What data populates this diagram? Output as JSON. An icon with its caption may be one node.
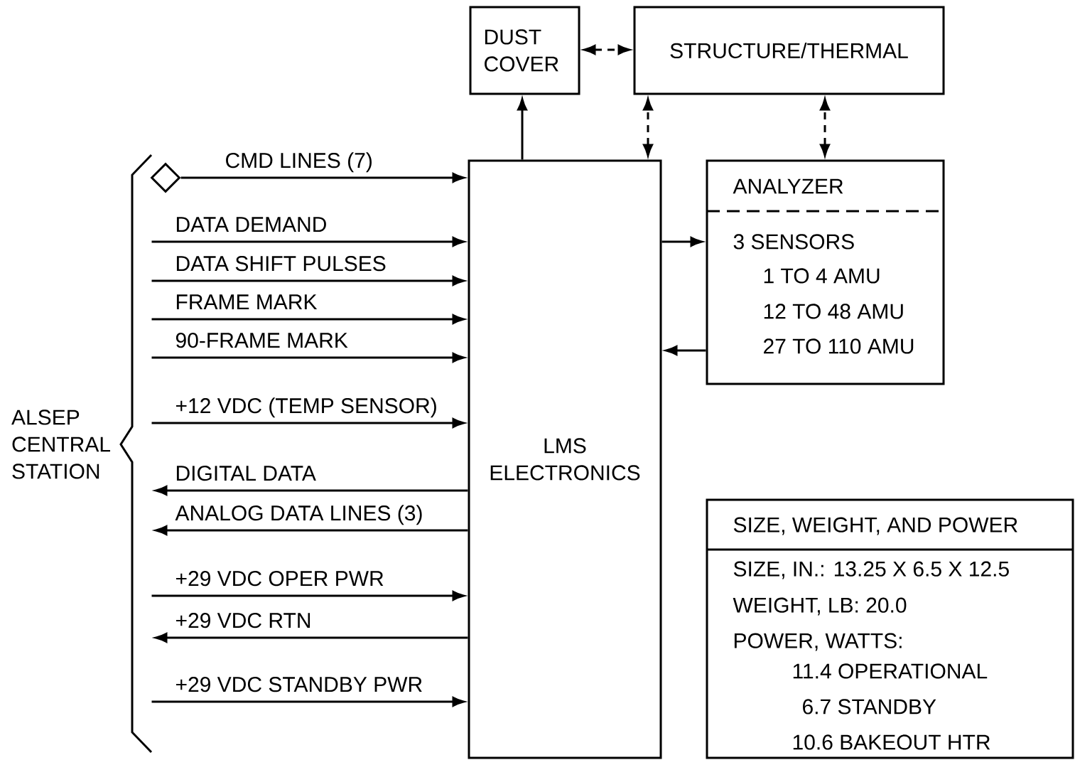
{
  "diagram": {
    "nodes": [
      {
        "text": [
          "DUST COVER"
        ]
      },
      {
        "text": [
          "STRUCTURE/THERMAL"
        ]
      },
      {
        "text": [
          "LMS ELECTRONICS"
        ]
      },
      {
        "text": [
          "ANALYZER",
          "3 SENSORS",
          "1 TO 4 AMU",
          "12 TO 48 AMU",
          "27 TO 110 AMU"
        ]
      },
      {
        "text": [
          "SIZE, WEIGHT, AND POWER",
          "SIZE, IN.: 13.25 X 6.5 X 12.5",
          "WEIGHT, LB: 20.0",
          "POWER, WATTS:",
          "11.4 OPERATIONAL",
          "6.7 STANDBY",
          "10.6 BAKEOUT HTR"
        ]
      },
      {
        "text": [
          "ALSEP CENTRAL STATION"
        ]
      },
      {
        "text": [],
        "shape": "diamond"
      }
    ],
    "edges": [
      {
        "from": 2,
        "to": 0,
        "arrow": "to"
      },
      {
        "from": 0,
        "to": 1,
        "arrow": "both",
        "style": "dashed"
      },
      {
        "from": 2,
        "to": 1,
        "arrow": "both",
        "style": "dashed"
      },
      {
        "from": 3,
        "to": 1,
        "arrow": "both",
        "style": "dashed"
      },
      {
        "from": 2,
        "to": 3,
        "arrow": "to"
      },
      {
        "from": 3,
        "to": 2,
        "arrow": "to"
      },
      {
        "from": 6,
        "to": 2,
        "arrow": "to",
        "label": "CMD LINES (7)"
      },
      {
        "from": 5,
        "to": 2,
        "arrow": "to",
        "label": "DATA DEMAND"
      },
      {
        "from": 5,
        "to": 2,
        "arrow": "to",
        "label": "DATA SHIFT PULSES"
      },
      {
        "from": 5,
        "to": 2,
        "arrow": "to",
        "label": "FRAME MARK"
      },
      {
        "from": 5,
        "to": 2,
        "arrow": "to",
        "label": "90-FRAME MARK"
      },
      {
        "from": 5,
        "to": 2,
        "arrow": "to",
        "label": "+12 VDC (TEMP SENSOR)"
      },
      {
        "from": 2,
        "to": 5,
        "arrow": "to",
        "label": "DIGITAL DATA"
      },
      {
        "from": 2,
        "to": 5,
        "arrow": "to",
        "label": "ANALOG DATA LINES (3)"
      },
      {
        "from": 5,
        "to": 2,
        "arrow": "to",
        "label": "+29 VDC OPER PWR"
      },
      {
        "from": 2,
        "to": 5,
        "arrow": "to",
        "label": "+29 VDC RTN"
      },
      {
        "from": 5,
        "to": 2,
        "arrow": "to",
        "label": "+29 VDC STANDBY PWR"
      }
    ]
  }
}
